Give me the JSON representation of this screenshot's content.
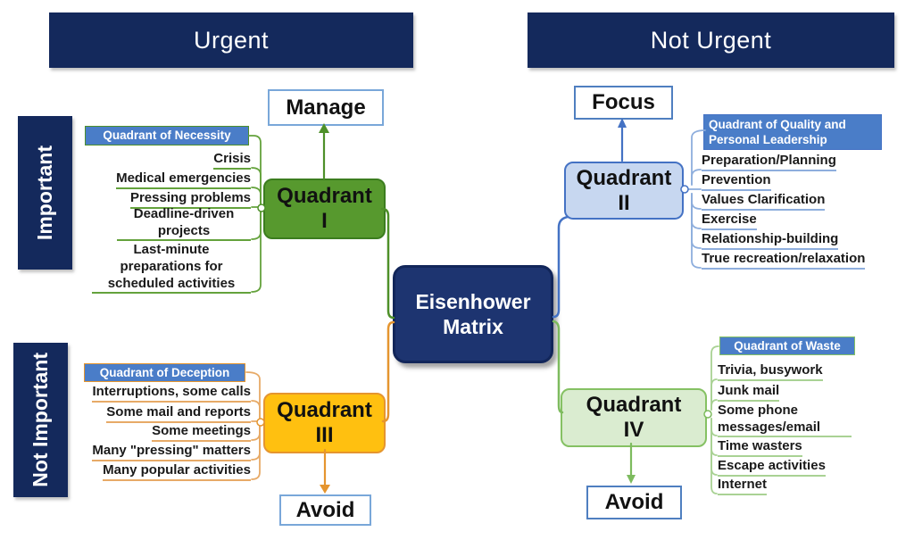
{
  "colors": {
    "navy": "#14295c",
    "center_navy": "#1d3470",
    "header_blue": "#4a7dc8",
    "action_border_light": "#79a7d9",
    "action_border": "#4f7fc0",
    "q1_fill": "#57992e",
    "q1_edge": "#3c7d1f",
    "q1_branch": "#4e9029",
    "q1_line": "#64a23c",
    "q2_fill": "#c7d7f0",
    "q2_branch": "#4472c4",
    "q2_line": "#8eaedd",
    "q3_fill": "#ffc010",
    "q3_branch": "#e5952f",
    "q3_line": "#e7aa67",
    "q4_fill": "#daecd0",
    "q4_edge": "#85c163",
    "q4_branch": "#7dbb5e",
    "q4_line": "#a9d294"
  },
  "banners": {
    "urgent": "Urgent",
    "not_urgent": "Not Urgent",
    "important": "Important",
    "not_important": "Not Important"
  },
  "center": {
    "title": "Eisenhower Matrix"
  },
  "actions": {
    "manage": "Manage",
    "focus": "Focus",
    "avoid_q3": "Avoid",
    "avoid_q4": "Avoid"
  },
  "quadrants": [
    {
      "name": "Quadrant",
      "numeral": "I",
      "header": "Quadrant of Necessity",
      "items": [
        "Crisis",
        "Medical emergencies",
        "Pressing problems",
        "Deadline-driven projects",
        "Last-minute preparations for scheduled activities"
      ]
    },
    {
      "name": "Quadrant",
      "numeral": "II",
      "header": "Quadrant of Quality and Personal Leadership",
      "items": [
        "Preparation/Planning",
        "Prevention",
        "Values Clarification",
        "Exercise",
        "Relationship-building",
        "True recreation/relaxation"
      ]
    },
    {
      "name": "Quadrant",
      "numeral": "III",
      "header": "Quadrant of Deception",
      "items": [
        "Interruptions, some calls",
        "Some mail and reports",
        "Some meetings",
        "Many \"pressing\" matters",
        "Many popular activities"
      ]
    },
    {
      "name": "Quadrant",
      "numeral": "IV",
      "header": "Quadrant of Waste",
      "items": [
        "Trivia, busywork",
        "Junk mail",
        "Some phone messages/email",
        "Time wasters",
        "Escape activities",
        "Internet"
      ]
    }
  ]
}
